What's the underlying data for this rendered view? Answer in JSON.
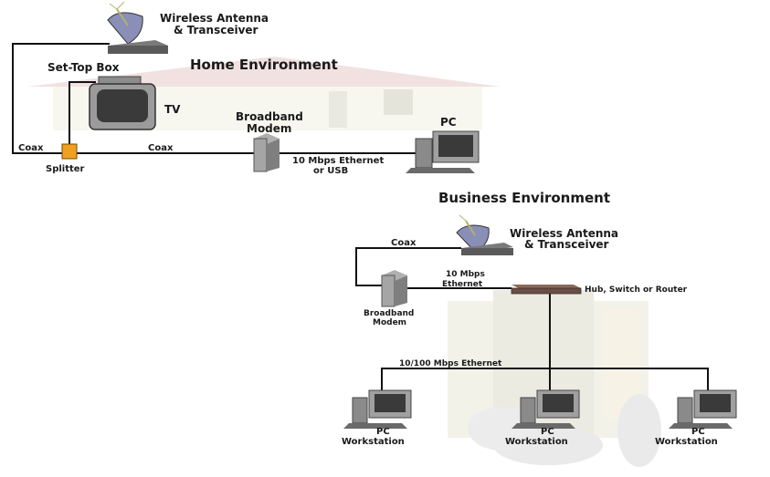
{
  "home": {
    "title": "Home Environment",
    "antenna_line1": "Wireless Antenna",
    "antenna_line2": "& Transceiver",
    "settop": "Set-Top Box",
    "tv": "TV",
    "modem_line1": "Broadband",
    "modem_line2": "Modem",
    "pc": "PC",
    "coax_left": "Coax",
    "coax_mid": "Coax",
    "splitter": "Splitter",
    "ethernet_line1": "10 Mbps Ethernet",
    "ethernet_line2": "or USB"
  },
  "business": {
    "title": "Business Environment",
    "antenna_line1": "Wireless Antenna",
    "antenna_line2": "& Transceiver",
    "coax": "Coax",
    "eth_line1": "10 Mbps",
    "eth_line2": "Ethernet",
    "hub": "Hub, Switch or Router",
    "modem_line1": "Broadband",
    "modem_line2": "Modem",
    "lan": "10/100 Mbps Ethernet",
    "workstations": [
      {
        "line1": "PC",
        "line2": "Workstation"
      },
      {
        "line1": "PC",
        "line2": "Workstation"
      },
      {
        "line1": "PC",
        "line2": "Workstation"
      }
    ]
  },
  "colors": {
    "splitter": "#f0a020",
    "roof": "#e8c4c4",
    "house_wall": "#efefe2",
    "building": "#e8e8d8",
    "device_grey": "#9a9a9a",
    "screen_dark": "#333333"
  }
}
